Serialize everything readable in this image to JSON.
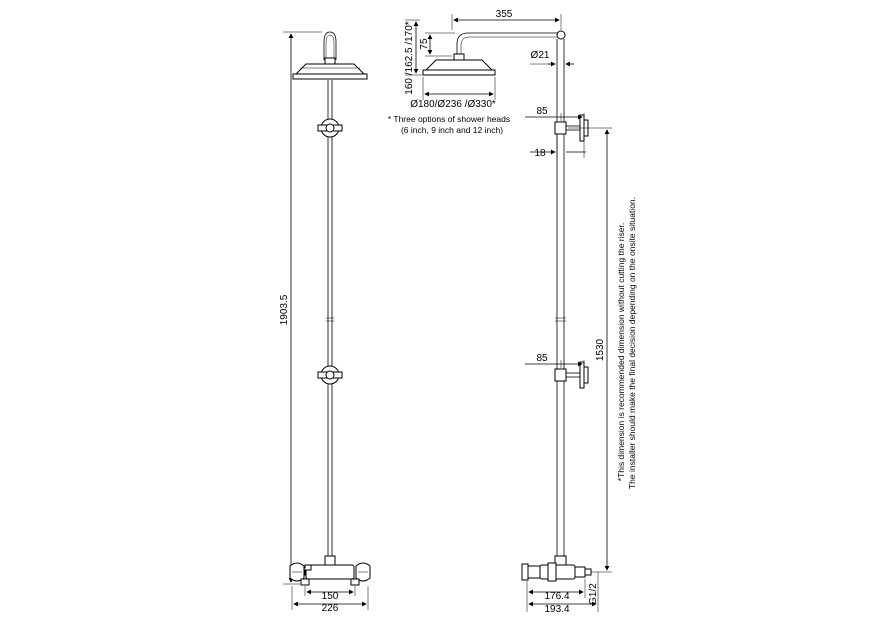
{
  "front_view": {
    "height": "1903.5",
    "inlet_centres": "150",
    "valve_width": "226"
  },
  "head_detail": {
    "arm_length": "355",
    "drop": "75",
    "head_heights": "160 /162.5 /170*",
    "diameters": "Ø180/Ø236 /Ø330*",
    "riser_diameter": "Ø21",
    "note_line1": "* Three options of shower heads",
    "note_line2": "(6 inch, 9 inch and 12 inch)"
  },
  "side_view": {
    "upper_bracket": "85",
    "gap": "18",
    "lower_bracket": "85",
    "riser_height": "1530",
    "valve_depth": "176.4",
    "overall_depth": "193.4",
    "thread": "G1/2",
    "note_line1": "*This dimension is recommended dimension without cutting the riser.",
    "note_line2": "The installer should make the final decision depending on the onsite situation."
  }
}
